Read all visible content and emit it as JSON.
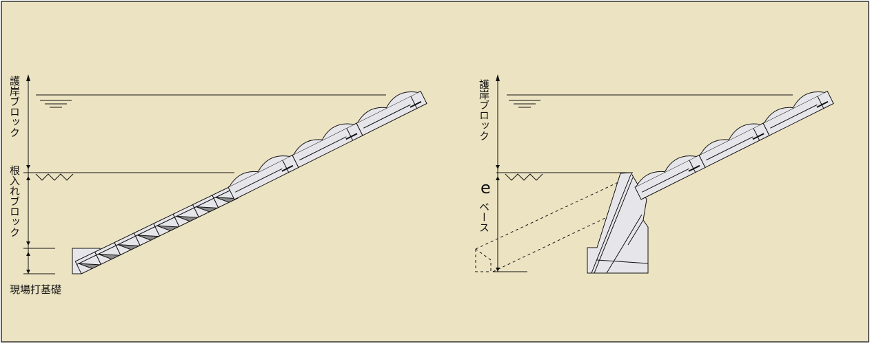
{
  "colors": {
    "background": "#ece3c2",
    "frame": "#333333",
    "block_fill": "#e6e6ea",
    "shade": "#8a8a8a",
    "line": "#111111"
  },
  "left_diagram": {
    "labels": {
      "revetment_block": "護岸ブロック",
      "embedment_block": "根入れブロック",
      "foundation": "現場打基礎"
    }
  },
  "right_diagram": {
    "labels": {
      "revetment_block": "護岸ブロック",
      "e": "e",
      "base": "ベース"
    }
  }
}
